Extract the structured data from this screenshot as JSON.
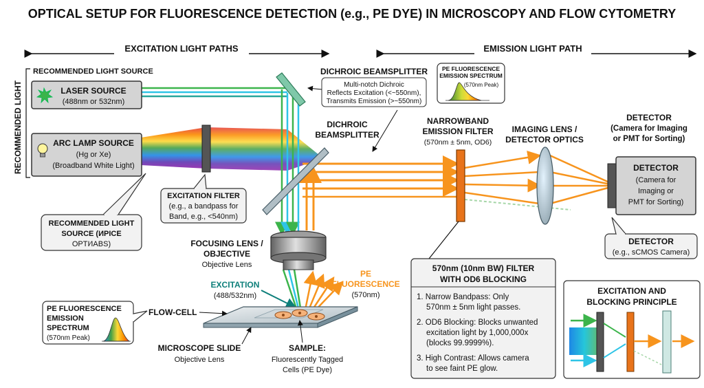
{
  "title": "OPTICAL SETUP FOR FLUORESCENCE DETECTION (e.g., PE DYE) IN MICROSCOPY AND FLOW CYTOMETRY",
  "sections": {
    "excitation": "EXCITATION LIGHT PATHS",
    "emission": "EMISSION LIGHT PATH"
  },
  "side_label": "RECOMMENDED LIGHT",
  "recommended_source_header": "RECOMMENDED LIGHT SOURCE",
  "laser": {
    "title": "LASER SOURCE",
    "sub": "(488nm or 532nm)"
  },
  "arc": {
    "title": "ARC LAMP SOURCE",
    "line1": "(Hg or Xe)",
    "line2": "(Broadband White Light)"
  },
  "callout_source": {
    "line1": "RECOMMENDED LIGHT",
    "line2": "SOURCE (ИPICE",
    "line3": "OPTI⁄IABS)"
  },
  "excitation_filter": {
    "title": "EXCITATION FILTER",
    "line1": "(e.g., a bandpass for",
    "line2": "Band, e.g., <540nm)"
  },
  "dichroic_top": {
    "title": "DICHROIC BEAMSPLITTER",
    "line1": "Multi-notch Dichroic",
    "line2": "Reflects Excitation (<~550nm),",
    "line3": "Transmits Emission (>~550nm)"
  },
  "dichroic_mid": {
    "line1": "DICHROIC",
    "line2": "BEAMSPLITTER"
  },
  "spectrum_top": {
    "line1": "PE FLUORESCENCE",
    "line2": "EMISSION SPECTRUM",
    "line3": "(570nm Peak)"
  },
  "narrowband": {
    "line1": "NARROWBAND",
    "line2": "EMISSION FILTER",
    "line3": "(570nm ± 5nm, OD6)"
  },
  "imaging_lens": {
    "line1": "IMAGING LENS /",
    "line2": "DETECTOR OPTICS"
  },
  "detector_label": {
    "line1": "DETECTOR",
    "line2": "(Camera for Imaging",
    "line3": "or PMT for Sorting)"
  },
  "detector_box": {
    "title": "DETECTOR",
    "line1": "(Camera for",
    "line2": "Imaging or",
    "line3": "PMT for Sorting)"
  },
  "detector_callout": {
    "title": "DETECTOR",
    "sub": "(e.g., sCMOS Camera)"
  },
  "focusing_lens": {
    "line1": "FOCUSING LENS /",
    "line2": "OBJECTIVE",
    "line3": "Objective Lens"
  },
  "excitation_label": {
    "title": "EXCITATION",
    "sub": "(488/532nm)"
  },
  "pe_label": {
    "line1": "PE",
    "line2": "FLUORESCENCE",
    "line3": "(570nm)"
  },
  "flow_cell": "FLOW-CELL",
  "spectrum_bottom": {
    "line1": "PE FLUORESCENCE",
    "line2": "EMISSION",
    "line3": "SPECTRUM",
    "line4": "(570nm Peak)"
  },
  "slide": {
    "title": "MICROSCOPE SLIDE",
    "sub": "Objective Lens"
  },
  "sample": {
    "title": "SAMPLE:",
    "line1": "Fluorescently Tagged",
    "line2": "Cells (PE Dye)"
  },
  "filter_box": {
    "title1": "570nm (10nm BW) FILTER",
    "title2": "WITH OD6 BLOCKING",
    "items": [
      [
        "1. Narrow Bandpass: Only",
        "570nm ± 5nm light passes."
      ],
      [
        "2. OD6 Blocking: Blocks unwanted",
        "excitation light by 1,000,000x",
        "(blocks 99.9999%)."
      ],
      [
        "3. High Contrast: Allows camera",
        "to see faint PE glow."
      ]
    ]
  },
  "principle_box": {
    "line1": "EXCITATION AND",
    "line2": "BLOCKING PRINCIPLE"
  },
  "colors": {
    "orange": "#f7941d",
    "green": "#3cb44b",
    "cyan": "#2ec4e6",
    "filter_orange": "#e8731a",
    "panel_gray": "#d4d4d4",
    "dark_gray": "#555555"
  }
}
